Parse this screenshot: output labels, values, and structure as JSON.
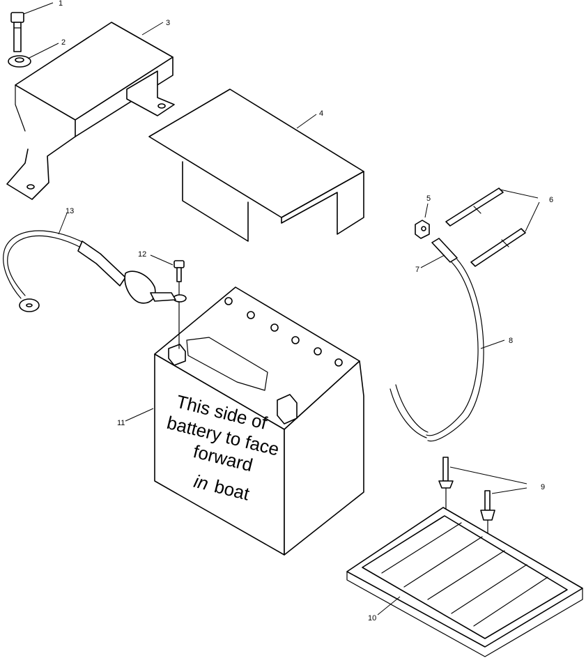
{
  "callouts": [
    {
      "id": "1",
      "text": "1"
    },
    {
      "id": "2",
      "text": "2"
    },
    {
      "id": "3",
      "text": "3"
    },
    {
      "id": "4",
      "text": "4"
    },
    {
      "id": "5",
      "text": "5"
    },
    {
      "id": "6",
      "text": "6"
    },
    {
      "id": "7",
      "text": "7"
    },
    {
      "id": "8",
      "text": "8"
    },
    {
      "id": "9",
      "text": "9"
    },
    {
      "id": "10",
      "text": "10"
    },
    {
      "id": "11",
      "text": "11"
    },
    {
      "id": "12",
      "text": "12"
    },
    {
      "id": "13",
      "text": "13"
    }
  ],
  "battery_label": {
    "line1": "This side of",
    "line2": "battery to face",
    "line3": "forward",
    "line4_italic": "in",
    "line4_rest": "boat"
  },
  "colors": {
    "ink": "#000000",
    "paper": "#ffffff"
  }
}
